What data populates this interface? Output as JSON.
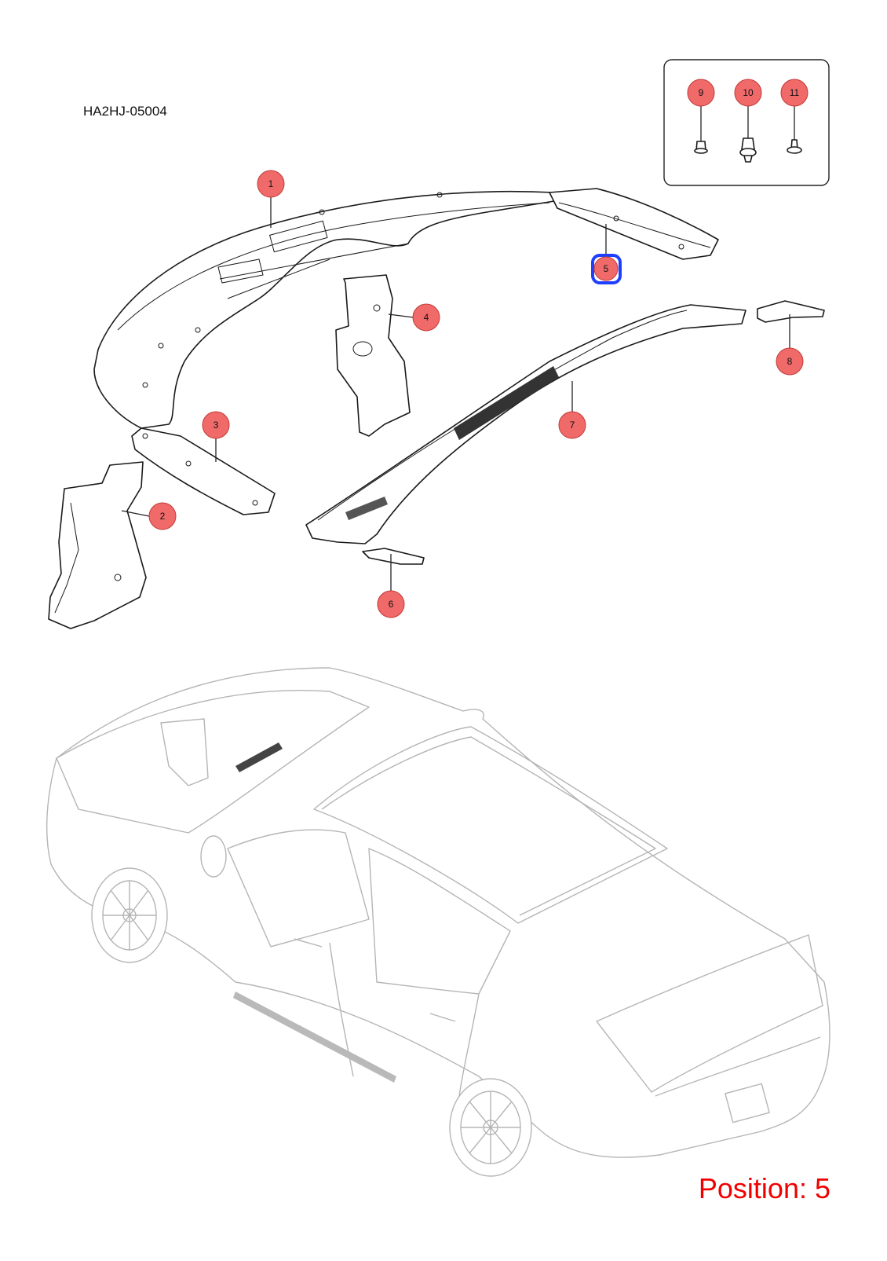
{
  "diagram": {
    "code": "HA2HJ-05004",
    "position_text": "Position: 5",
    "colors": {
      "callout_fill": "#f06a6a",
      "callout_stroke": "#c23a3a",
      "highlight_stroke": "#1f3fff",
      "position_text": "#f20000"
    },
    "callouts": [
      {
        "id": "1",
        "label": "1"
      },
      {
        "id": "2",
        "label": "2"
      },
      {
        "id": "3",
        "label": "3"
      },
      {
        "id": "4",
        "label": "4"
      },
      {
        "id": "5",
        "label": "5",
        "selected": true
      },
      {
        "id": "6",
        "label": "6"
      },
      {
        "id": "7",
        "label": "7"
      },
      {
        "id": "8",
        "label": "8"
      },
      {
        "id": "9",
        "label": "9"
      },
      {
        "id": "10",
        "label": "10"
      },
      {
        "id": "11",
        "label": "11"
      }
    ]
  }
}
